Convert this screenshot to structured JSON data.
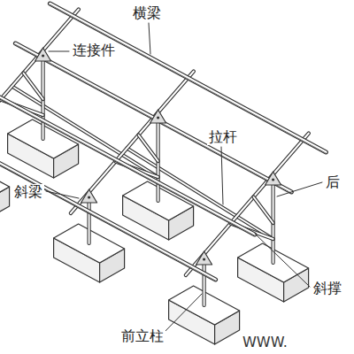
{
  "diagram": {
    "labels": [
      "横梁",
      "连接件",
      "斜梁",
      "拉杆",
      "后",
      "斜撑",
      "前立柱",
      "WWW."
    ]
  }
}
